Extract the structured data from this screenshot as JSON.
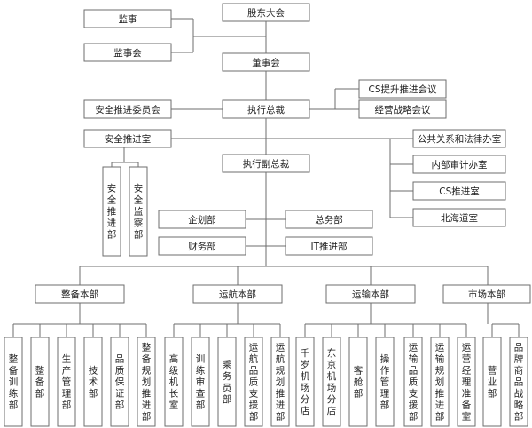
{
  "org_chart": {
    "top": {
      "shareholders_meeting": "股东大会",
      "supervisor": "监事",
      "board_of_supervisors": "监事会",
      "board_of_directors": "董事会",
      "cs_promotion_meeting": "CS提升推进会议",
      "strategy_meeting": "经营战略会议",
      "safety_committee": "安全推进委员会",
      "president": "执行总裁",
      "safety_office": "安全推进室",
      "executive_vp": "执行副总裁"
    },
    "safety_sub": {
      "safety_promotion_dept": "安全推进部",
      "safety_monitoring_dept": "安全监察部"
    },
    "offices": {
      "public_legal": "公共关系和法律办室",
      "internal_audit": "内部审计办室",
      "cs_promotion_office": "CS推进室",
      "hokkaido_office": "北海道室"
    },
    "middle": {
      "planning_dept": "企划部",
      "general_affairs_dept": "总务部",
      "finance_dept": "财务部",
      "it_dept": "IT推进部"
    },
    "divisions": [
      {
        "name": "整备本部",
        "depts": [
          "整备训练部",
          "整备部",
          "生产管理部",
          "技术部",
          "品质保证部",
          "整备规划推进部"
        ]
      },
      {
        "name": "运航本部",
        "depts": [
          "高级机长室",
          "训练审查部",
          "乘务员部",
          "运航品质支援部",
          "运航规划推进部"
        ]
      },
      {
        "name": "运输本部",
        "depts": [
          "千岁机场分店",
          "东京机场分店",
          "客舱部",
          "操作管理部",
          "运输品质支援部",
          "运输规划推进部",
          "运营经理准备室"
        ]
      },
      {
        "name": "市场本部",
        "depts": [
          "营业部",
          "品牌商品战略部"
        ]
      }
    ]
  }
}
